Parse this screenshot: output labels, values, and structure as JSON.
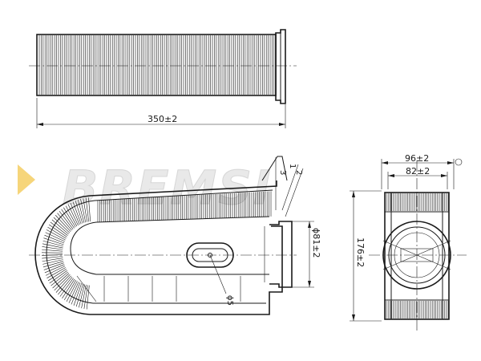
{
  "brand": {
    "logo_text": "BREMSI",
    "accent_color": "#f6d57a"
  },
  "top_view": {
    "length_label": "350±2"
  },
  "side_view": {
    "callouts": [
      "1",
      "2",
      "3"
    ],
    "outlet_diameter_label": "ϕ81±2",
    "hole_label": "ϕ5"
  },
  "end_view": {
    "outer_width_label": "96±2",
    "inner_width_label": "82±2",
    "height_label": "176±2"
  }
}
